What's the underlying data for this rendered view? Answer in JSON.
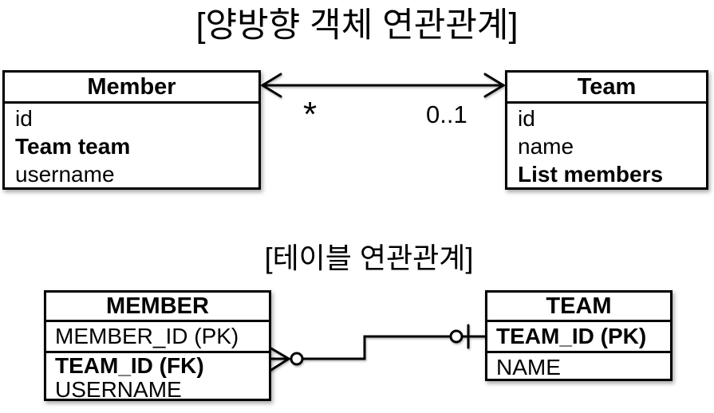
{
  "diagram_object": {
    "title": "[양방향 객체 연관관계]",
    "member_class": {
      "name": "Member",
      "fields": [
        "id",
        "Team team",
        "username"
      ]
    },
    "team_class": {
      "name": "Team",
      "fields": [
        "id",
        "name",
        "List members"
      ]
    },
    "association": {
      "member_side_multiplicity": "*",
      "team_side_multiplicity": "0..1"
    }
  },
  "diagram_table": {
    "title": "[테이블 연관관계]",
    "member_table": {
      "name": "MEMBER",
      "pk_row": "MEMBER_ID (PK)",
      "fk_row": "TEAM_ID (FK)",
      "other_row": "USERNAME"
    },
    "team_table": {
      "name": "TEAM",
      "pk_row": "TEAM_ID (PK)",
      "other_row": "NAME"
    }
  },
  "colors": {
    "background": "#ffffff",
    "line": "#000000",
    "text": "#000000"
  }
}
